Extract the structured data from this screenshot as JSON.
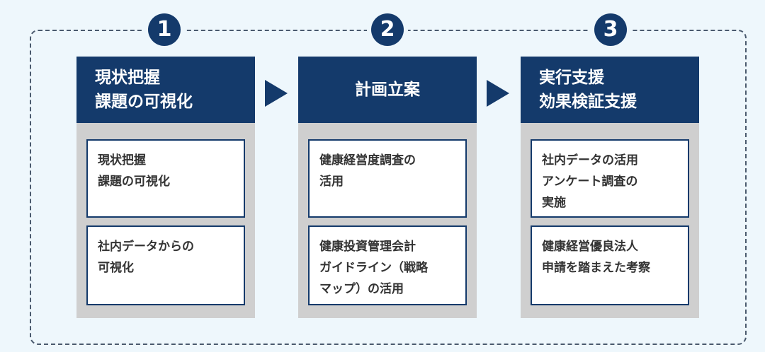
{
  "steps": [
    {
      "number": "1",
      "title_lines": [
        "現状把握",
        "課題の可視化"
      ],
      "cards": [
        {
          "lines": [
            "現状把握",
            "課題の可視化"
          ]
        },
        {
          "lines": [
            "社内データからの",
            "可視化"
          ]
        }
      ]
    },
    {
      "number": "2",
      "title_lines": [
        "計画立案"
      ],
      "cards": [
        {
          "lines": [
            "健康経営度調査の",
            "活用"
          ]
        },
        {
          "lines": [
            "健康投資管理会計",
            "ガイドライン（戦略",
            "マップ）の活用"
          ]
        }
      ]
    },
    {
      "number": "3",
      "title_lines": [
        "実行支援",
        "効果検証支援"
      ],
      "cards": [
        {
          "lines": [
            "社内データの活用",
            "アンケート調査の",
            "実施"
          ]
        },
        {
          "lines": [
            "健康経営優良法人",
            "申請を踏まえた考察"
          ]
        }
      ]
    }
  ],
  "colors": {
    "navy": "#143a6b",
    "column_gray": "#cfcfcf",
    "background": "#eef7fc"
  },
  "icons": {
    "arrow": "right-triangle-arrow"
  }
}
